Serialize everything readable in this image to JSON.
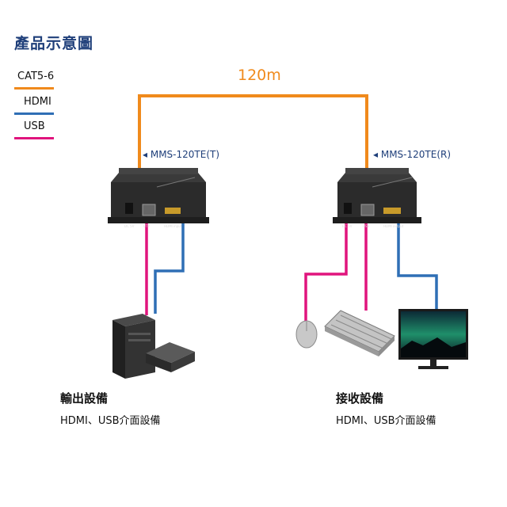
{
  "title": "產品示意圖",
  "legend": [
    {
      "label": "CAT5-6",
      "color": "#f08a1c"
    },
    {
      "label": "HDMI",
      "color": "#2f6fb5"
    },
    {
      "label": "USB",
      "color": "#e0147d"
    }
  ],
  "distance": "120m",
  "transmitter": {
    "model": "MMS-120TE(T)",
    "ports": [
      "DC 5V",
      "UTP",
      "HDMI input"
    ]
  },
  "receiver": {
    "model": "MMS-120TE(R)",
    "ports": [
      "DC 5V",
      "USB",
      "HDMI output"
    ]
  },
  "source_group": {
    "title": "輸出設備",
    "subtitle": "HDMI、USB介面設備"
  },
  "sink_group": {
    "title": "接收設備",
    "subtitle": "HDMI、USB介面設備"
  },
  "colors": {
    "cat": "#f08a1c",
    "hdmi": "#2f6fb5",
    "usb": "#e0147d",
    "device": "#2b2b2b"
  }
}
